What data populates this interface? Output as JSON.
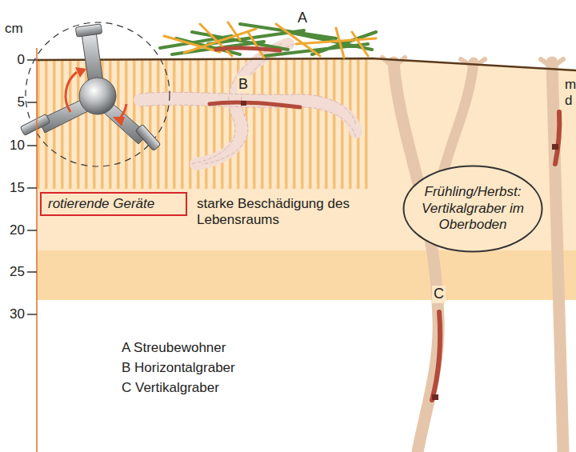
{
  "diagram": {
    "nodes": [
      {
        "text": [
          "rotierende Geräte"
        ]
      },
      {
        "text": [
          "Frühling/Herbst: Vertikalgraber im Oberboden"
        ]
      }
    ],
    "labels": [
      "cm",
      "0",
      "5",
      "10",
      "15",
      "20",
      "25",
      "30",
      "A",
      "B",
      "C",
      "starke Beschädigung des Lebensraums",
      "A Streubewohner",
      "B Horizontalgraber",
      "C Vertikalgraber",
      "m",
      "d"
    ]
  }
}
